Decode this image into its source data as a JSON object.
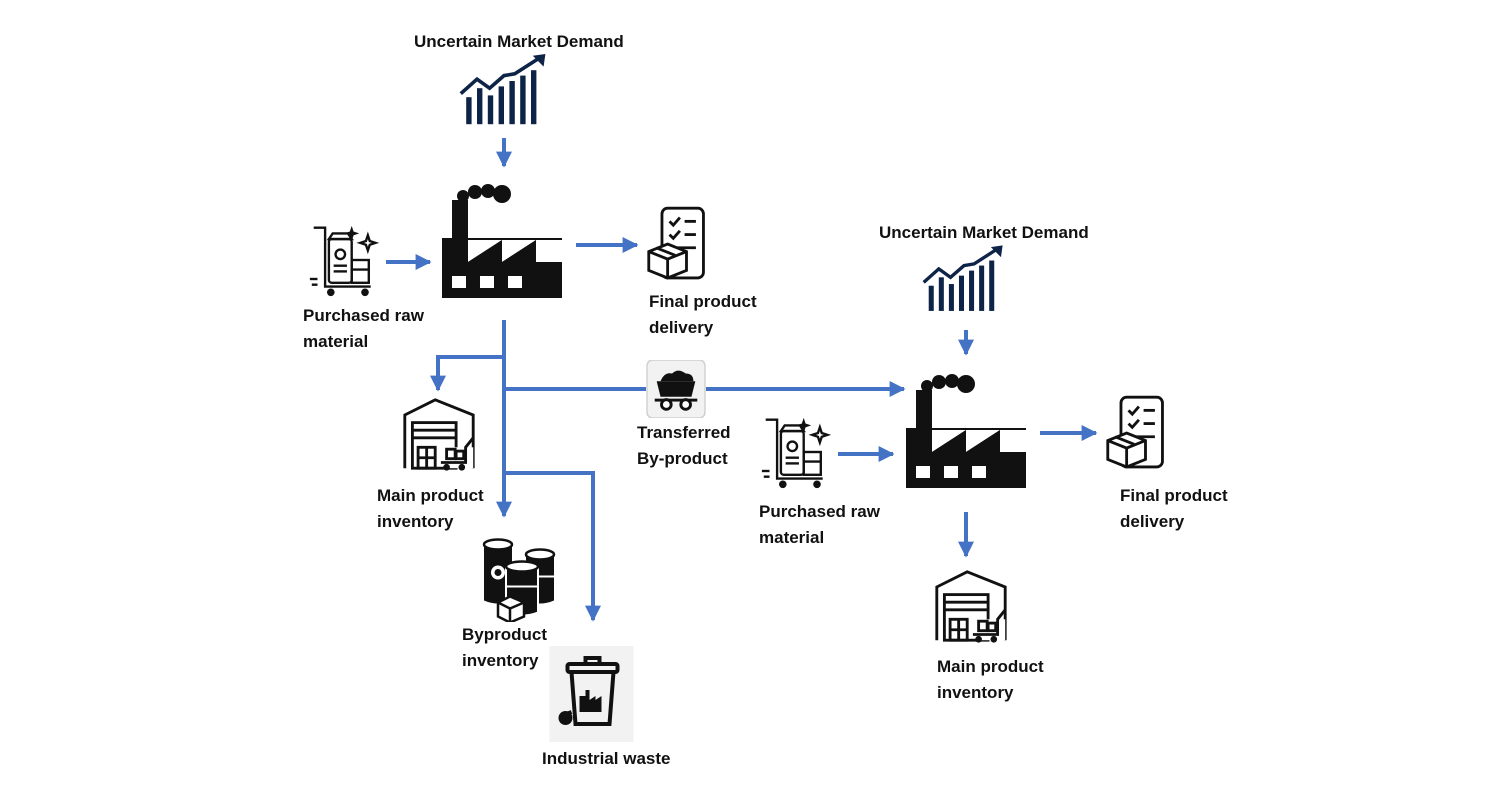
{
  "colors": {
    "connector": "#4472C4",
    "chart_icon": "#0d2347",
    "icon": "#111111",
    "background": "#ffffff"
  },
  "plant_1": {
    "demand_label": "Uncertain Market Demand",
    "raw_material_label": [
      "Purchased raw",
      "material"
    ],
    "delivery_label": [
      "Final product",
      "delivery"
    ],
    "main_inventory_label": [
      "Main product",
      "inventory"
    ],
    "byproduct_inventory_label": [
      "Byproduct",
      "inventory"
    ],
    "waste_label": "Industrial waste"
  },
  "transfer": {
    "label": [
      "Transferred",
      "By-product"
    ]
  },
  "plant_2": {
    "demand_label": "Uncertain Market Demand",
    "raw_material_label": [
      "Purchased raw",
      "material"
    ],
    "delivery_label": [
      "Final product",
      "delivery"
    ],
    "main_inventory_label": [
      "Main product",
      "inventory"
    ]
  },
  "icons": [
    "growth-chart-icon",
    "factory-icon",
    "trolley-raw-material-icon",
    "delivery-checklist-icon",
    "warehouse-icon",
    "barrels-icon",
    "mine-cart-icon",
    "waste-bin-icon"
  ]
}
